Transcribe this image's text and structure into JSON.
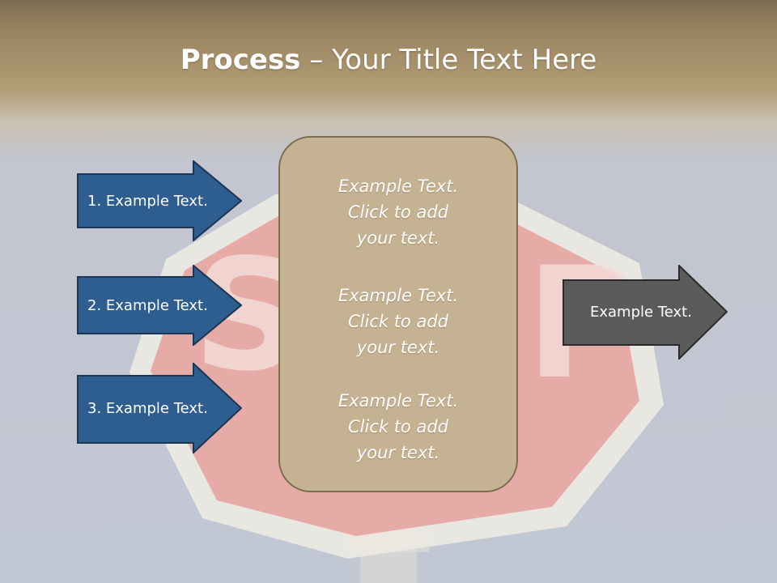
{
  "slide": {
    "title_bold": "Process",
    "title_rest": " – Your Title Text Here"
  },
  "left_arrows": [
    {
      "label": "1. Example Text."
    },
    {
      "label": "2. Example Text."
    },
    {
      "label": "3. Example Text."
    }
  ],
  "center_box": {
    "blocks": [
      {
        "lines": [
          "Example Text.",
          "Click  to add",
          "your text."
        ]
      },
      {
        "lines": [
          "Example Text.",
          "Click  to add",
          "your text."
        ]
      },
      {
        "lines": [
          "Example Text.",
          "Click  to add",
          "your text."
        ]
      }
    ]
  },
  "right_arrow": {
    "label": "Example Text."
  },
  "colors": {
    "left_arrow_fill": "#2e5d8f",
    "left_arrow_stroke": "#1c3553",
    "right_arrow_fill": "#5b5b5b",
    "right_arrow_stroke": "#2a2a2a",
    "center_box_fill": "#c5b292",
    "center_box_stroke": "#7d6c4c"
  }
}
